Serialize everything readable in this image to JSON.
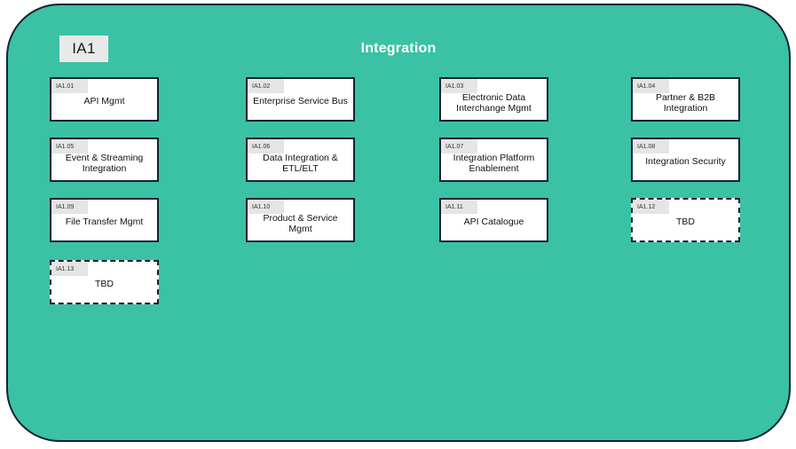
{
  "header": {
    "group_label": "IA1",
    "title": "Integration"
  },
  "colors": {
    "canvas": "#ffffff",
    "panel_fill": "#3bc1a4",
    "outline": "#0e2433",
    "card_fill": "#ffffff",
    "tag_fill": "#e5e5e5",
    "badge_fill": "#e9e9e9",
    "title_text": "#ffffff",
    "card_text": "#111111"
  },
  "cards": [
    {
      "tag": "IA1.01",
      "label": "API Mgmt",
      "dashed": false
    },
    {
      "tag": "IA1.02",
      "label": "Enterprise Service Bus",
      "dashed": false
    },
    {
      "tag": "IA1.03",
      "label": "Electronic Data Interchange Mgmt",
      "dashed": false
    },
    {
      "tag": "IA1.04",
      "label": "Partner & B2B Integration",
      "dashed": false
    },
    {
      "tag": "IA1.05",
      "label": "Event & Streaming Integration",
      "dashed": false
    },
    {
      "tag": "IA1.06",
      "label": "Data Integration & ETL/ELT",
      "dashed": false
    },
    {
      "tag": "IA1.07",
      "label": "Integration Platform Enablement",
      "dashed": false
    },
    {
      "tag": "IA1.08",
      "label": "Integration Security",
      "dashed": false
    },
    {
      "tag": "IA1.09",
      "label": "File Transfer Mgmt",
      "dashed": false
    },
    {
      "tag": "IA1.10",
      "label": "Product & Service Mgmt",
      "dashed": false
    },
    {
      "tag": "IA1.11",
      "label": "API Catalogue",
      "dashed": false
    },
    {
      "tag": "IA1.12",
      "label": "TBD",
      "dashed": true
    },
    {
      "tag": "IA1.13",
      "label": "TBD",
      "dashed": true
    }
  ]
}
